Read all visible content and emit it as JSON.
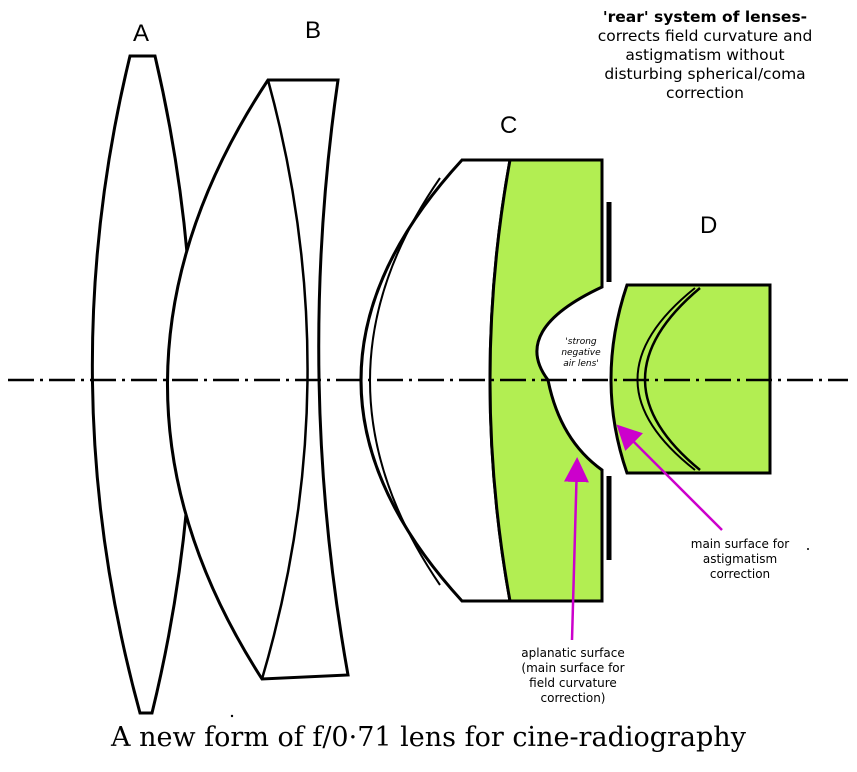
{
  "header": {
    "title_bold": "'rear' system of lenses-",
    "lines": [
      "corrects field curvature and",
      "astigmatism without",
      "disturbing spherical/coma",
      "correction"
    ]
  },
  "lenses": {
    "a": "A",
    "b": "B",
    "c": "C",
    "d": "D"
  },
  "annotations": {
    "air_lens": [
      "'strong",
      "negative",
      "air lens'"
    ],
    "astigmatism": [
      "main surface for",
      "astigmatism",
      "correction"
    ],
    "aplanatic": [
      "aplanatic surface",
      "(main surface for",
      "field curvature",
      "correction)"
    ]
  },
  "caption": "A new form of f/0·71 lens for cine-radiography",
  "colors": {
    "glass_fill": "#b2ee52",
    "arrow": "#cc00cc",
    "line": "#000000"
  }
}
